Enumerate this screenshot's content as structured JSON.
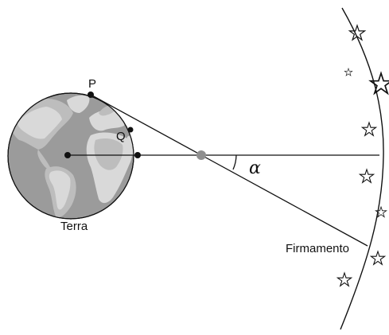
{
  "labels": {
    "point_p": "P",
    "point_q": "Q",
    "earth": "Terra",
    "firmament": "Firmamento",
    "angle": "α"
  },
  "colors": {
    "ink": "#111111",
    "ocean": "#9b9b9b",
    "land_light": "#d9d9d9",
    "land_mid": "#bdbdbd",
    "center_dot": "#8f8f8f",
    "background": "#ffffff"
  },
  "icons": {
    "star": "star-outline-icon"
  }
}
